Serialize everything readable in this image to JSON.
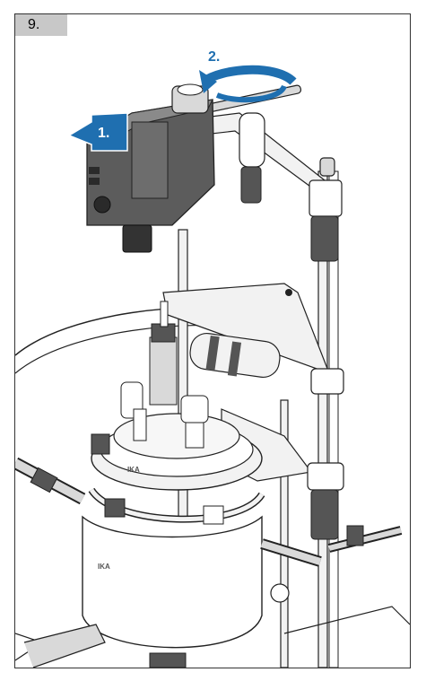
{
  "step": {
    "number_label": "9."
  },
  "callouts": [
    {
      "label": "1.",
      "meaning": "slide motor forward"
    },
    {
      "label": "2.",
      "meaning": "tighten clamp knob"
    }
  ],
  "vessel": {
    "brand_text": "IKA"
  },
  "colors": {
    "arrow": "#1f6fb0",
    "line": "#222222",
    "fill_light": "#f2f2f2",
    "fill_mid": "#d9d9d9",
    "fill_dark": "#555555"
  },
  "icons": [
    "rotate-arrow-icon",
    "push-arrow-icon"
  ]
}
